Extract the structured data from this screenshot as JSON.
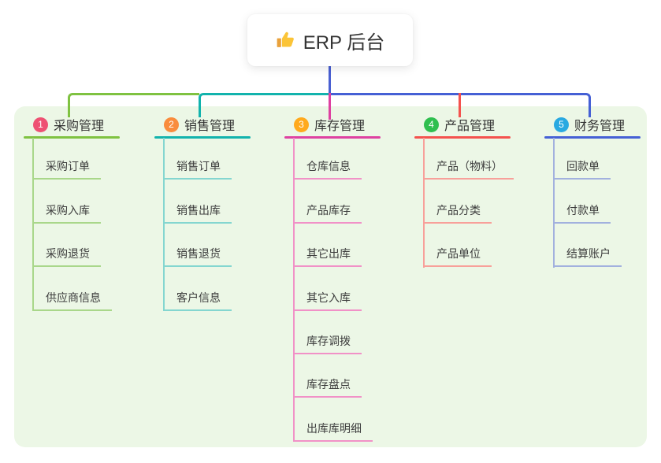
{
  "root": {
    "title": "ERP 后台",
    "icon": "thumbs-up-icon"
  },
  "theme": {
    "panel_bg": "#ecf7e6",
    "trunk_color": "#4a60d2",
    "card_bg": "#ffffff",
    "text_color": "#333333"
  },
  "branches": [
    {
      "badge": "1",
      "title": "采购管理",
      "badge_color": "#ee5173",
      "line_color": "#7fc241",
      "child_line_color": "#a9d78a",
      "items": [
        "采购订单",
        "采购入库",
        "采购退货",
        "供应商信息"
      ]
    },
    {
      "badge": "2",
      "title": "销售管理",
      "badge_color": "#f98c3d",
      "line_color": "#12b3ad",
      "child_line_color": "#84d6d0",
      "items": [
        "销售订单",
        "销售出库",
        "销售退货",
        "客户信息"
      ]
    },
    {
      "badge": "3",
      "title": "库存管理",
      "badge_color": "#ffaa1d",
      "line_color": "#de41a1",
      "child_line_color": "#f191c7",
      "items": [
        "仓库信息",
        "产品库存",
        "其它出库",
        "其它入库",
        "库存调拨",
        "库存盘点",
        "出库库明细"
      ]
    },
    {
      "badge": "4",
      "title": "产品管理",
      "badge_color": "#2fbf4f",
      "line_color": "#f4524e",
      "child_line_color": "#f8a09a",
      "items": [
        "产品（物料）",
        "产品分类",
        "产品单位"
      ]
    },
    {
      "badge": "5",
      "title": "财务管理",
      "badge_color": "#29a9e1",
      "line_color": "#4560d5",
      "child_line_color": "#a2b1de",
      "items": [
        "回款单",
        "付款单",
        "结算账户"
      ]
    }
  ]
}
